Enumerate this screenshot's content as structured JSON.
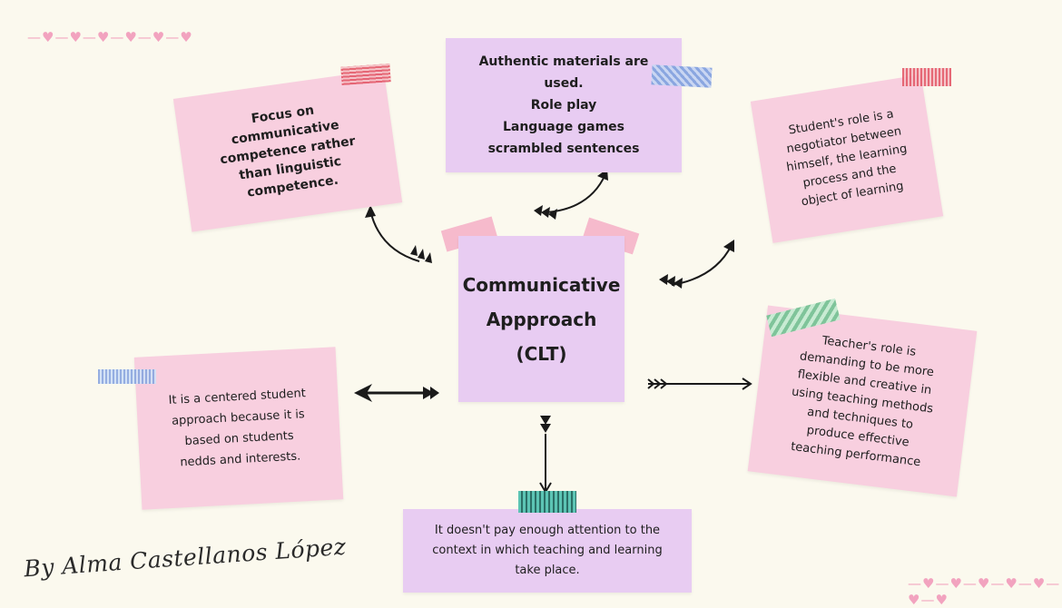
{
  "colors": {
    "background": "#fbf9ee",
    "note_pink": "#f8cfdf",
    "note_lilac": "#e8ccf2",
    "tape_red": "#e45a6a",
    "tape_blue": "#8aa6e0",
    "tape_green": "#7fc49a",
    "tape_teal": "#5cc4b4",
    "tape_pink": "#f5b3c8",
    "heart": "#f2a3bf",
    "arrow": "#1a1a1a"
  },
  "center": {
    "lines": [
      "Communicative",
      "Appproach",
      "(CLT)"
    ]
  },
  "notes": {
    "top_left": {
      "lines": [
        "Focus on",
        "communicative",
        "competence rather",
        "than linguistic",
        "competence."
      ]
    },
    "top_center": {
      "lines": [
        "Authentic materials are",
        "used.",
        "Role play",
        "Language games",
        "scrambled sentences"
      ]
    },
    "top_right": {
      "lines": [
        "Student's role is a",
        "negotiator between",
        "himself, the learning",
        "process and the",
        "object of learning"
      ]
    },
    "left": {
      "lines": [
        "It is a centered student",
        "approach because it is",
        "based on students",
        "nedds and interests."
      ]
    },
    "right": {
      "lines": [
        "Teacher's role is",
        "demanding to be more",
        "flexible and creative in",
        "using teaching methods",
        "and techniques to",
        "produce effective",
        "teaching performance"
      ]
    },
    "bottom": {
      "lines": [
        "It doesn't pay enough attention to the",
        "context in which teaching and learning",
        "take place."
      ]
    }
  },
  "signature": "By Alma Castellanos López",
  "decor": {
    "hearts_left": "—♥—♥—♥—♥—♥—♥",
    "hearts_right": "—♥—♥—♥—♥—♥—♥—♥"
  }
}
